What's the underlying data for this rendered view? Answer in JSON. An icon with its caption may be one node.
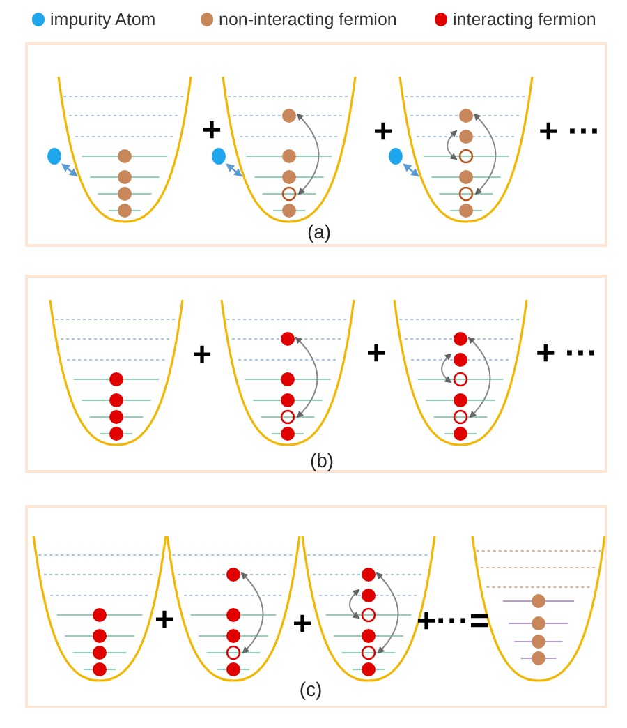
{
  "diagram": {
    "nodes": [
      {
        "text": [
          "(a)"
        ]
      },
      {
        "text": [
          "(b)"
        ]
      },
      {
        "text": [
          "(c)"
        ]
      }
    ],
    "labels": [
      "+",
      "+",
      "+ ···",
      "+",
      "+",
      "+ ···",
      "+",
      "+",
      "+···="
    ],
    "legend": [
      {
        "text": "impurity Atom",
        "color": "#1ea7ec"
      },
      {
        "text": "non-interacting fermion",
        "color": "#c8875a"
      },
      {
        "text": "interacting fermion",
        "color": "#e00000"
      }
    ]
  }
}
